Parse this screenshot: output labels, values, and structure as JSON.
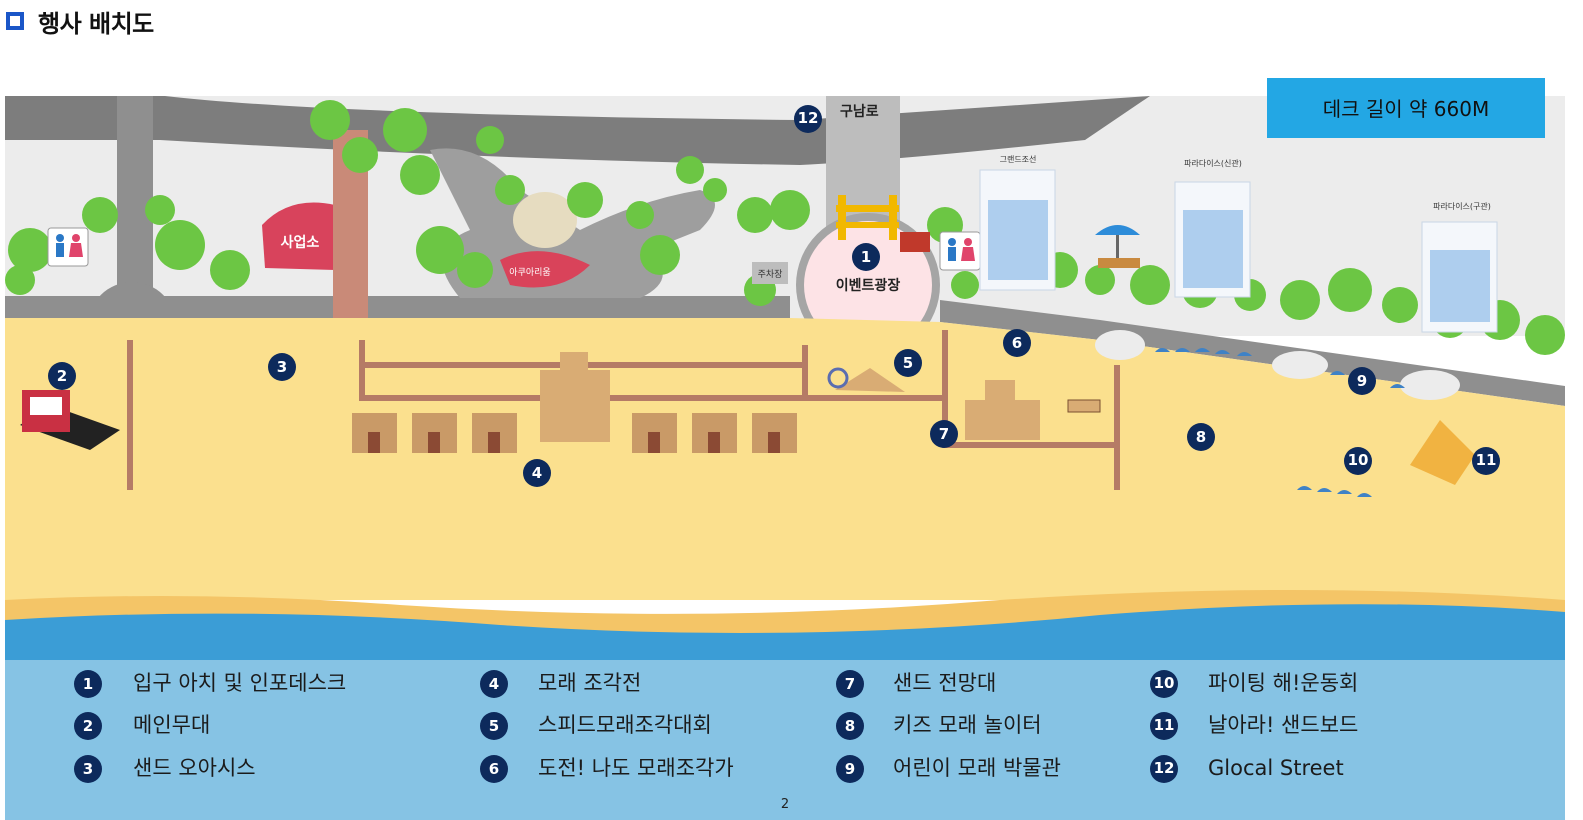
{
  "header": {
    "title": "행사 배치도"
  },
  "map": {
    "deck_length_label": "데크 길이 약 660M",
    "road_label": "구남로",
    "office_label": "사업소",
    "event_plaza_label": "이벤트광장",
    "parking_label": "주차장",
    "area_label": "아쿠아리움",
    "hotels": [
      "그랜드조선",
      "파라다이스(신관)",
      "파라다이스(구관)"
    ]
  },
  "legend": [
    {
      "num": "1",
      "label": "입구 아치 및 인포데스크"
    },
    {
      "num": "2",
      "label": "메인무대"
    },
    {
      "num": "3",
      "label": "샌드 오아시스"
    },
    {
      "num": "4",
      "label": "모래 조각전"
    },
    {
      "num": "5",
      "label": "스피드모래조각대회"
    },
    {
      "num": "6",
      "label": "도전! 나도 모래조각가"
    },
    {
      "num": "7",
      "label": "샌드 전망대"
    },
    {
      "num": "8",
      "label": "키즈 모래 놀이터"
    },
    {
      "num": "9",
      "label": "어린이 모래 박물관"
    },
    {
      "num": "10",
      "label": "파이팅 해!운동회"
    },
    {
      "num": "11",
      "label": "날아라! 샌드보드"
    },
    {
      "num": "12",
      "label": "Glocal Street"
    }
  ],
  "page_number": "2",
  "colors": {
    "navy": "#0d2a5c",
    "sand": "#fbe08e",
    "sea": "#7fc0e2",
    "road": "#8a8a8a",
    "tree": "#6cc644",
    "deck": "#b57b66"
  }
}
